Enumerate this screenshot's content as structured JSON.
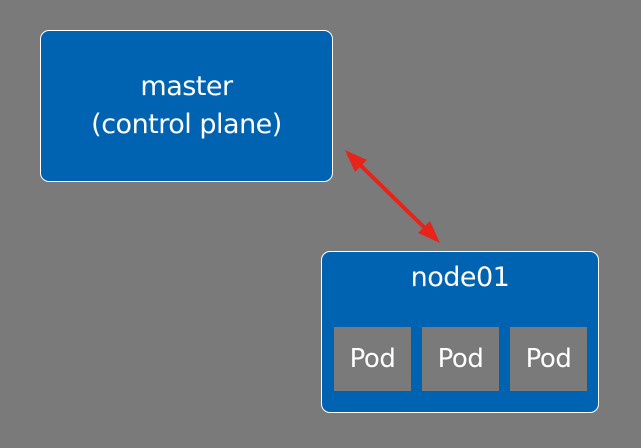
{
  "master": {
    "line1": "master",
    "line2": "(control plane)"
  },
  "node": {
    "title": "node01",
    "pods": [
      "Pod",
      "Pod",
      "Pod"
    ]
  },
  "colors": {
    "background": "#7a7a7a",
    "box_fill": "#0063b1",
    "box_border": "#ffffff",
    "arrow": "#e8241a"
  }
}
